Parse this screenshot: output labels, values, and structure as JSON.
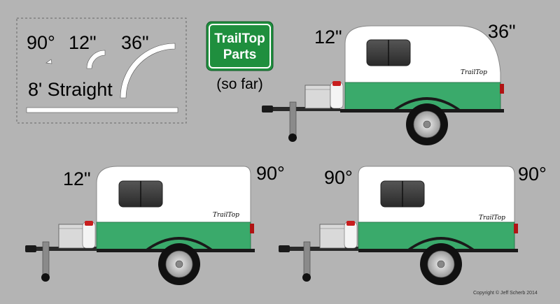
{
  "parts_panel": {
    "label_90": "90°",
    "label_12": "12\"",
    "label_36": "36\"",
    "label_straight": "8' Straight"
  },
  "sign": {
    "line1": "TrailTop",
    "line2": "Parts",
    "subtitle": "(so far)",
    "color": "#1f8f3e"
  },
  "trailer_brand": "TrailTop",
  "trailers": [
    {
      "front_label": "12\"",
      "rear_label": "36\""
    },
    {
      "front_label": "12\"",
      "rear_label": "90°"
    },
    {
      "front_label": "90°",
      "rear_label": "90°"
    }
  ],
  "colors": {
    "body_green": "#3aaa6b",
    "top_white": "#ffffff",
    "background": "#b4b4b4"
  },
  "copyright": "Copyright © Jeff Scherb 2014"
}
